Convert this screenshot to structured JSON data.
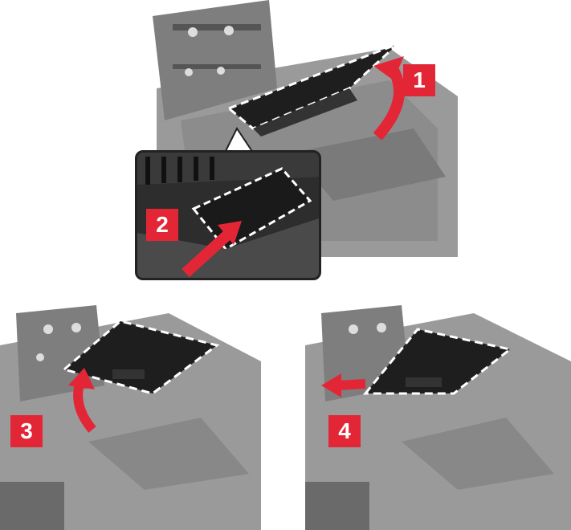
{
  "steps": [
    {
      "number": "1"
    },
    {
      "number": "2"
    },
    {
      "number": "3"
    },
    {
      "number": "4"
    }
  ],
  "colors": {
    "badge": "#e32636",
    "printer_body": "#8a8a8a",
    "cover": "#1e1e1e",
    "arrow": "#e32636",
    "outline": "#ffffff"
  }
}
